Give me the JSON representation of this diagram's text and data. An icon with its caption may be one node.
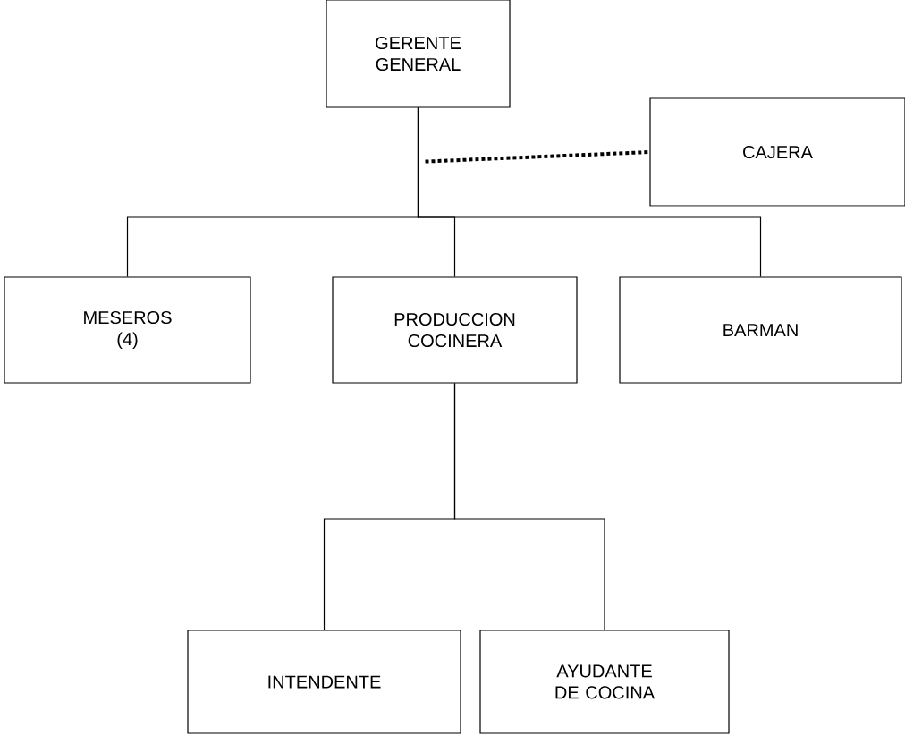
{
  "diagram": {
    "nodes": [
      {
        "text": [
          "GERENTE GENERAL"
        ]
      },
      {
        "text": [
          "CAJERA"
        ]
      },
      {
        "text": [
          "MESEROS (4)"
        ]
      },
      {
        "text": [
          "PRODUCCION COCINERA"
        ]
      },
      {
        "text": [
          "BARMAN"
        ]
      },
      {
        "text": [
          "INTENDENTE"
        ]
      },
      {
        "text": [
          "AYUDANTE DE COCINA"
        ]
      }
    ],
    "edges": [
      {
        "from": 0,
        "to": 1,
        "arrow": "none",
        "style": "dashed"
      },
      {
        "from": 0,
        "to": 2,
        "arrow": "none"
      },
      {
        "from": 0,
        "to": 3,
        "arrow": "none"
      },
      {
        "from": 0,
        "to": 4,
        "arrow": "none"
      },
      {
        "from": 3,
        "to": 5,
        "arrow": "none"
      },
      {
        "from": 3,
        "to": 6,
        "arrow": "none"
      }
    ]
  }
}
